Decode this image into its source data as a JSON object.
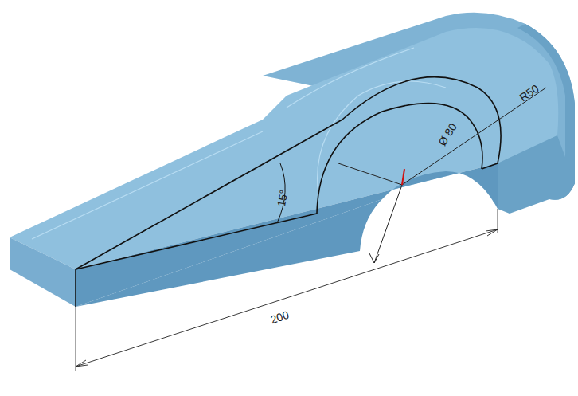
{
  "diagram": {
    "labels": [
      "15°",
      "Ø 80",
      "R50",
      "200"
    ]
  }
}
